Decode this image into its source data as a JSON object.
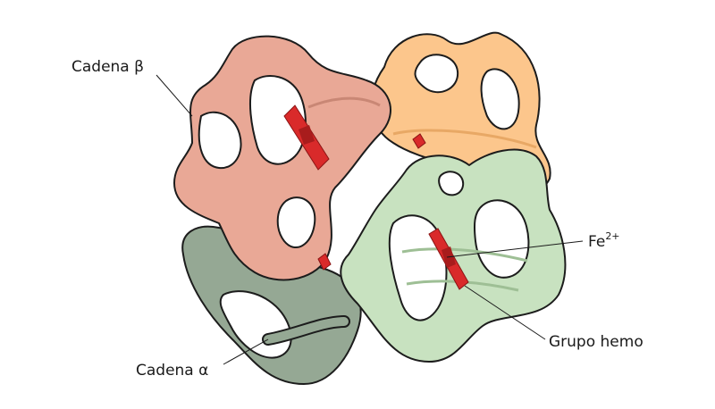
{
  "labels": {
    "beta_chain": "Cadena β",
    "alpha_chain": "Cadena α",
    "iron": "Fe",
    "iron_charge": "2+",
    "heme_group": "Grupo hemo"
  },
  "colors": {
    "beta_chain_fill": "#e9a896",
    "beta_chain_back_fill": "#fcc68c",
    "alpha_chain_fill": "#c8e2c0",
    "alpha_chain_back_fill": "#95a894",
    "heme_fill": "#d92a2a",
    "outline": "#1c1c1c"
  }
}
